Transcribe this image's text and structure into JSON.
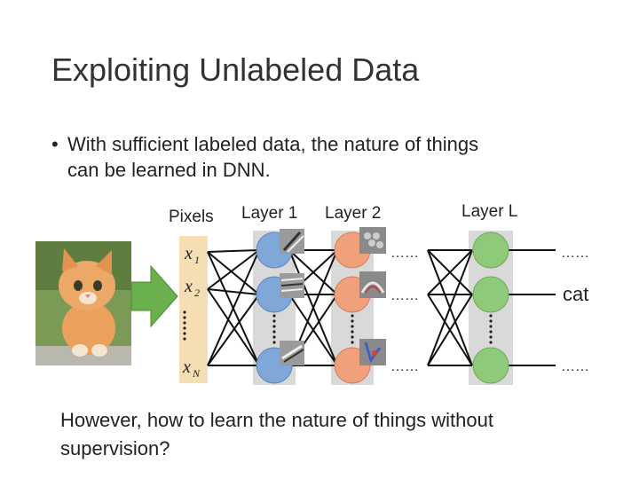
{
  "slide": {
    "title": "Exploiting Unlabeled Data",
    "bullet": {
      "line1": "With sufficient labeled data, the nature of things",
      "line2": "can be learned in DNN."
    },
    "bottom_text": {
      "line1": "However, how to learn the nature of things without",
      "line2": "supervision?"
    }
  },
  "diagram": {
    "labels": {
      "pixels": "Pixels",
      "layer1": "Layer 1",
      "layer2": "Layer 2",
      "layerL": "Layer L"
    },
    "inputs": [
      "x",
      "x",
      "x"
    ],
    "input_subscripts": [
      "1",
      "2",
      "N"
    ],
    "ellipsis": "……",
    "output_label": "cat",
    "colors": {
      "layer1": "#7fa8d8",
      "layer2": "#f0a07a",
      "layerL": "#8fc97a",
      "arrow": "#6ab04c",
      "column_bg": "#d9d9d9",
      "input_bg": "#f5deb3"
    }
  }
}
